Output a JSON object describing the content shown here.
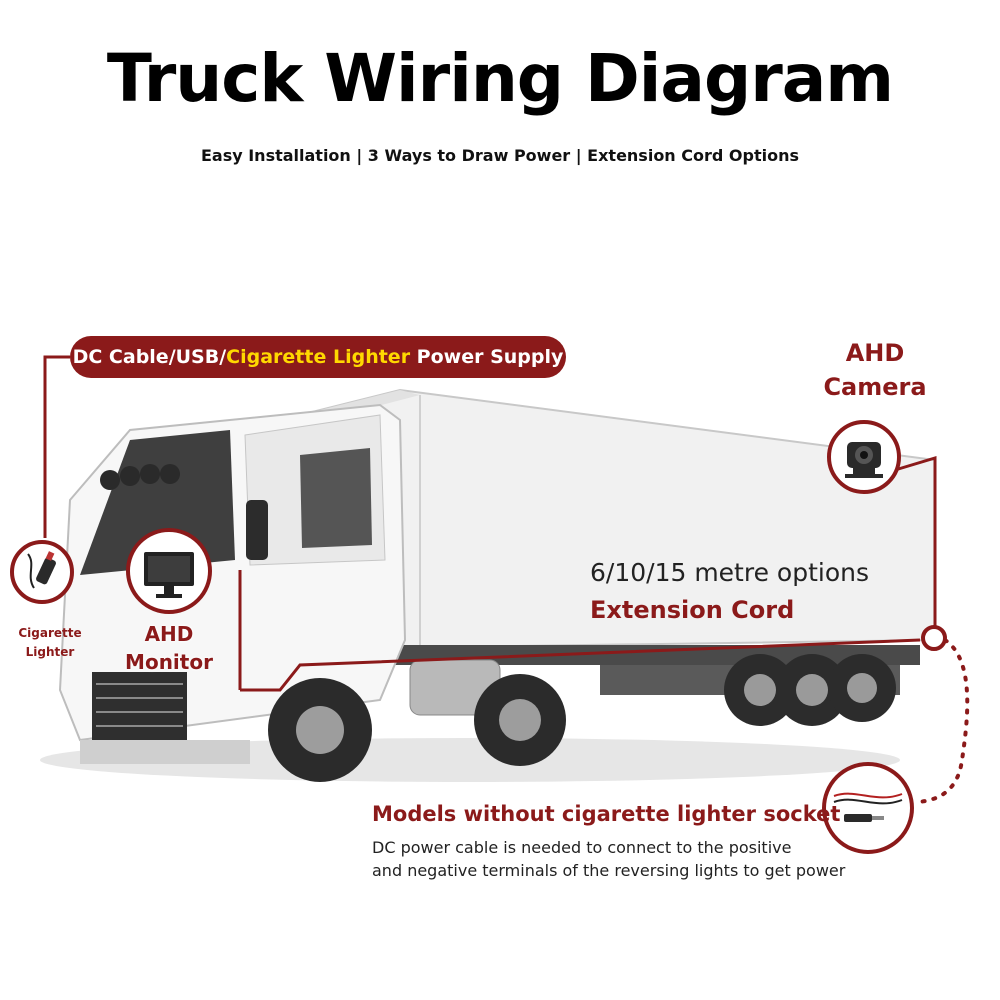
{
  "title": "Truck Wiring Diagram",
  "subtitle": "Easy Installation | 3 Ways to Draw Power | Extension Cord Options",
  "power_banner": {
    "part1": "DC Cable/USB/",
    "highlight": "Cigarette Lighter",
    "part2": " Power Supply"
  },
  "camera": {
    "line1": "AHD",
    "line2": "Camera"
  },
  "cigarette_lighter": {
    "line1": "Cigarette",
    "line2": "Lighter"
  },
  "monitor": {
    "line1": "AHD",
    "line2": "Monitor"
  },
  "extension": {
    "options": "6/10/15 metre options",
    "label": "Extension Cord"
  },
  "no_socket": {
    "heading": "Models without cigarette lighter socket",
    "line1": "DC power cable is needed to connect to the positive",
    "line2": "and negative terminals of the reversing lights to get power"
  },
  "colors": {
    "accent": "#8b1a1a",
    "highlight": "#ffd800"
  }
}
